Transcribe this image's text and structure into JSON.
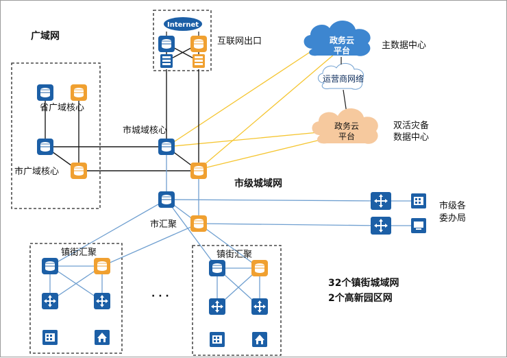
{
  "labels": {
    "wan": "广域网",
    "province_core": "省广域核心",
    "city_wan_core": "市广域核心",
    "city_metro_core": "市城域核心",
    "internet_exit": "互联网出口",
    "internet": "Internet",
    "gov_cloud_main": "政务云",
    "gov_cloud_main_2": "平台",
    "main_dc": "主数据中心",
    "carrier_net": "运营商网络",
    "gov_cloud_backup": "政务云",
    "gov_cloud_backup_2": "平台",
    "backup_dc_1": "双活灾备",
    "backup_dc_2": "数据中心",
    "city_metro_net": "市级城域网",
    "city_agg": "市汇聚",
    "city_bureaus_1": "市级各",
    "city_bureaus_2": "委办局",
    "town_agg_left": "镇街汇聚",
    "town_agg_right": "镇街汇聚",
    "ellipsis": "· · ·",
    "town_summary_1": "32个镇街城域网",
    "town_summary_2": "2个高新园区网"
  },
  "colors": {
    "blue_device": "#1c5fa6",
    "orange_device": "#f0a030",
    "link_dark": "#1a1a1a",
    "link_blue": "#6f9fd0",
    "link_yellow": "#f5c530",
    "cloud_blue": "#3d86d0",
    "cloud_orange": "#f6c99e"
  }
}
